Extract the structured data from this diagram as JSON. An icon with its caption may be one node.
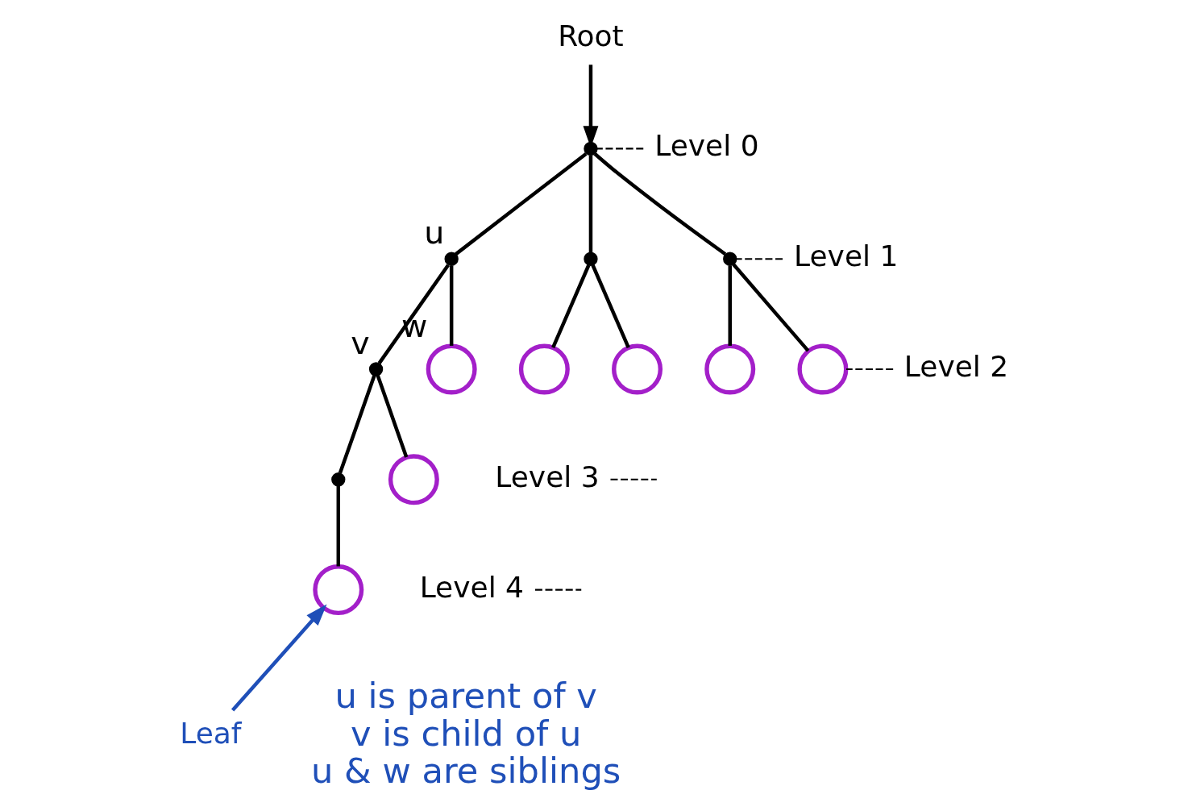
{
  "diagram": {
    "nodes": [
      {
        "text": [
          "Root"
        ]
      },
      {
        "text": [],
        "shape": "dot"
      },
      {
        "text": [],
        "shape": "dot",
        "beside": [
          "u"
        ]
      },
      {
        "text": [],
        "shape": "dot"
      },
      {
        "text": [],
        "shape": "dot"
      },
      {
        "text": [],
        "shape": "dot",
        "beside": [
          "v"
        ]
      },
      {
        "text": [],
        "shape": "circle",
        "beside": [
          "w"
        ]
      },
      {
        "text": [],
        "shape": "circle"
      },
      {
        "text": [],
        "shape": "circle"
      },
      {
        "text": [],
        "shape": "circle"
      },
      {
        "text": [],
        "shape": "circle"
      },
      {
        "text": [],
        "shape": "dot"
      },
      {
        "text": [],
        "shape": "circle"
      },
      {
        "text": [],
        "shape": "circle"
      },
      {
        "text": [
          "Leaf"
        ]
      },
      {
        "text": [
          "Level 0"
        ]
      },
      {
        "text": [
          "Level 1"
        ]
      },
      {
        "text": [
          "Level 2"
        ]
      },
      {
        "text": [
          "Level 3"
        ]
      },
      {
        "text": [
          "Level 4"
        ]
      }
    ],
    "edges": [
      {
        "from": 0,
        "to": 1,
        "arrow": "to"
      },
      {
        "from": 1,
        "to": 2,
        "arrow": "none"
      },
      {
        "from": 1,
        "to": 3,
        "arrow": "none"
      },
      {
        "from": 1,
        "to": 4,
        "arrow": "none"
      },
      {
        "from": 2,
        "to": 5,
        "arrow": "none"
      },
      {
        "from": 2,
        "to": 6,
        "arrow": "none"
      },
      {
        "from": 3,
        "to": 7,
        "arrow": "none"
      },
      {
        "from": 3,
        "to": 8,
        "arrow": "none"
      },
      {
        "from": 4,
        "to": 9,
        "arrow": "none"
      },
      {
        "from": 4,
        "to": 10,
        "arrow": "none"
      },
      {
        "from": 5,
        "to": 11,
        "arrow": "none"
      },
      {
        "from": 5,
        "to": 12,
        "arrow": "none"
      },
      {
        "from": 11,
        "to": 13,
        "arrow": "none"
      },
      {
        "from": 14,
        "to": 13,
        "arrow": "to",
        "color": "#1f4fb8"
      },
      {
        "from": 15,
        "to": 1,
        "arrow": "none",
        "style": "dashed"
      },
      {
        "from": 16,
        "to": 4,
        "arrow": "none",
        "style": "dashed"
      },
      {
        "from": 17,
        "to": 10,
        "arrow": "none",
        "style": "dashed"
      },
      {
        "from": 18,
        "to": null,
        "arrow": "none",
        "style": "dashed"
      },
      {
        "from": 19,
        "to": null,
        "arrow": "none",
        "style": "dashed"
      }
    ],
    "labels": [
      "u is parent of v",
      "v is child of u",
      "u & w are siblings"
    ]
  }
}
